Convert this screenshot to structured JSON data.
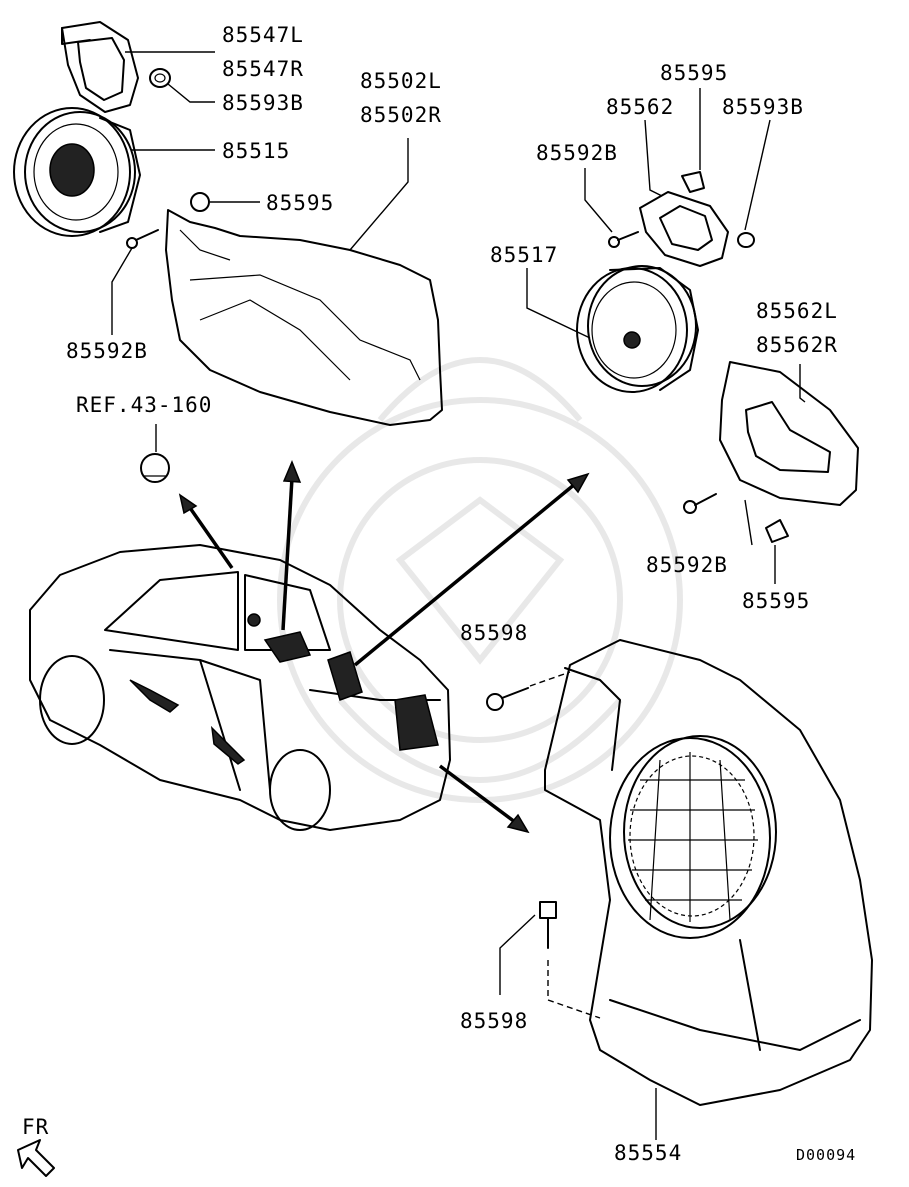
{
  "labels": {
    "p85547L": "85547L",
    "p85547R": "85547R",
    "p85593B_top": "85593B",
    "p85515": "85515",
    "p85502L": "85502L",
    "p85502R": "85502R",
    "p85595_top": "85595",
    "p85592B_left": "85592B",
    "ref": "REF.43-160",
    "p85595_right": "85595",
    "p85562": "85562",
    "p85593B_right": "85593B",
    "p85592B_mid": "85592B",
    "p85517": "85517",
    "p85562L": "85562L",
    "p85562R": "85562R",
    "p85592B_right": "85592B",
    "p85595_lower": "85595",
    "p85598_upper": "85598",
    "p85598_lower": "85598",
    "p85554": "85554",
    "fr": "FR",
    "code": "D00094"
  },
  "icons": [
    "speaker-icon",
    "tweeter-icon",
    "subwoofer-icon",
    "screw-icon",
    "clip-icon",
    "car-icon",
    "front-arrow-icon"
  ]
}
